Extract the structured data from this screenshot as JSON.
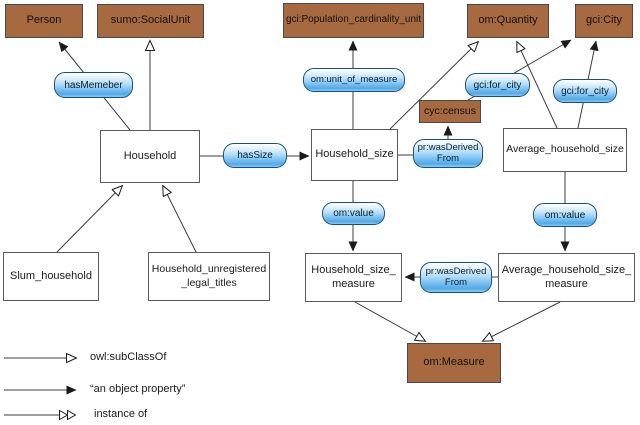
{
  "nodes": {
    "person": {
      "label": "Person"
    },
    "sumo_social_unit": {
      "label": "sumo:SocialUnit"
    },
    "gci_population_cardinality_unit": {
      "label": "gci:Population_cardinality_unit"
    },
    "om_quantity": {
      "label": "om:Quantity"
    },
    "gci_city": {
      "label": "gci:City"
    },
    "cyc_census": {
      "label": "cyc:census"
    },
    "om_measure": {
      "label": "om:Measure"
    },
    "household": {
      "label": "Household"
    },
    "household_size": {
      "label": "Household_size"
    },
    "average_household_size": {
      "label": "Average_household_size"
    },
    "slum_household": {
      "label": "Slum_household"
    },
    "household_unregistered_legal_titles": {
      "label": "Household_unregistered\n_legal_titles"
    },
    "household_size_measure": {
      "label": "Household_size_\nmeasure"
    },
    "average_household_size_measure": {
      "label": "Average_household_size_\nmeasure"
    }
  },
  "properties": {
    "has_memeber": {
      "label": "hasMemeber"
    },
    "om_unit_of_measure": {
      "label": "om:unit_of_measure"
    },
    "gci_for_city_left": {
      "label": "gci:for_city"
    },
    "gci_for_city_right": {
      "label": "gci:for_city"
    },
    "has_size": {
      "label": "hasSize"
    },
    "pr_was_derived_from_top": {
      "label": "pr:wasDerived\nFrom"
    },
    "om_value_left": {
      "label": "om:value"
    },
    "om_value_right": {
      "label": "om:value"
    },
    "pr_was_derived_from_bottom": {
      "label": "pr:wasDerived\nFrom"
    }
  },
  "edges": [
    {
      "from": "Household",
      "to": "Person",
      "type": "object-property",
      "label": "hasMemeber"
    },
    {
      "from": "Household",
      "to": "sumo:SocialUnit",
      "type": "owl:subClassOf"
    },
    {
      "from": "Slum_household",
      "to": "Household",
      "type": "owl:subClassOf"
    },
    {
      "from": "Household_unregistered_legal_titles",
      "to": "Household",
      "type": "owl:subClassOf"
    },
    {
      "from": "Household",
      "to": "Household_size",
      "type": "object-property",
      "label": "hasSize"
    },
    {
      "from": "Household_size",
      "to": "gci:Population_cardinality_unit",
      "type": "object-property",
      "label": "om:unit_of_measure"
    },
    {
      "from": "Household_size",
      "to": "om:Quantity",
      "type": "owl:subClassOf"
    },
    {
      "from": "Household_size",
      "to": "cyc:census",
      "type": "object-property",
      "label": "pr:wasDerivedFrom"
    },
    {
      "from": "cyc:census",
      "to": "gci:City",
      "type": "object-property",
      "label": "gci:for_city"
    },
    {
      "from": "Average_household_size",
      "to": "om:Quantity",
      "type": "owl:subClassOf"
    },
    {
      "from": "Average_household_size",
      "to": "gci:City",
      "type": "object-property",
      "label": "gci:for_city"
    },
    {
      "from": "Household_size",
      "to": "Household_size_measure",
      "type": "object-property",
      "label": "om:value"
    },
    {
      "from": "Average_household_size",
      "to": "Average_household_size_measure",
      "type": "object-property",
      "label": "om:value"
    },
    {
      "from": "Average_household_size_measure",
      "to": "Household_size_measure",
      "type": "object-property",
      "label": "pr:wasDerivedFrom"
    },
    {
      "from": "Household_size_measure",
      "to": "om:Measure",
      "type": "owl:subClassOf"
    },
    {
      "from": "Average_household_size_measure",
      "to": "om:Measure",
      "type": "owl:subClassOf"
    }
  ],
  "legend": {
    "subclass_label": "owl:subClassOf",
    "object_property_label": "“an object property”",
    "instance_of_label": "instance of"
  },
  "colors": {
    "external_class_fill": "#A7693F",
    "property_pill_blue": "#51A9E8",
    "plain_class_fill": "#FFFFFF",
    "line": "#3C3C3C",
    "background": "#FFFFFF"
  }
}
